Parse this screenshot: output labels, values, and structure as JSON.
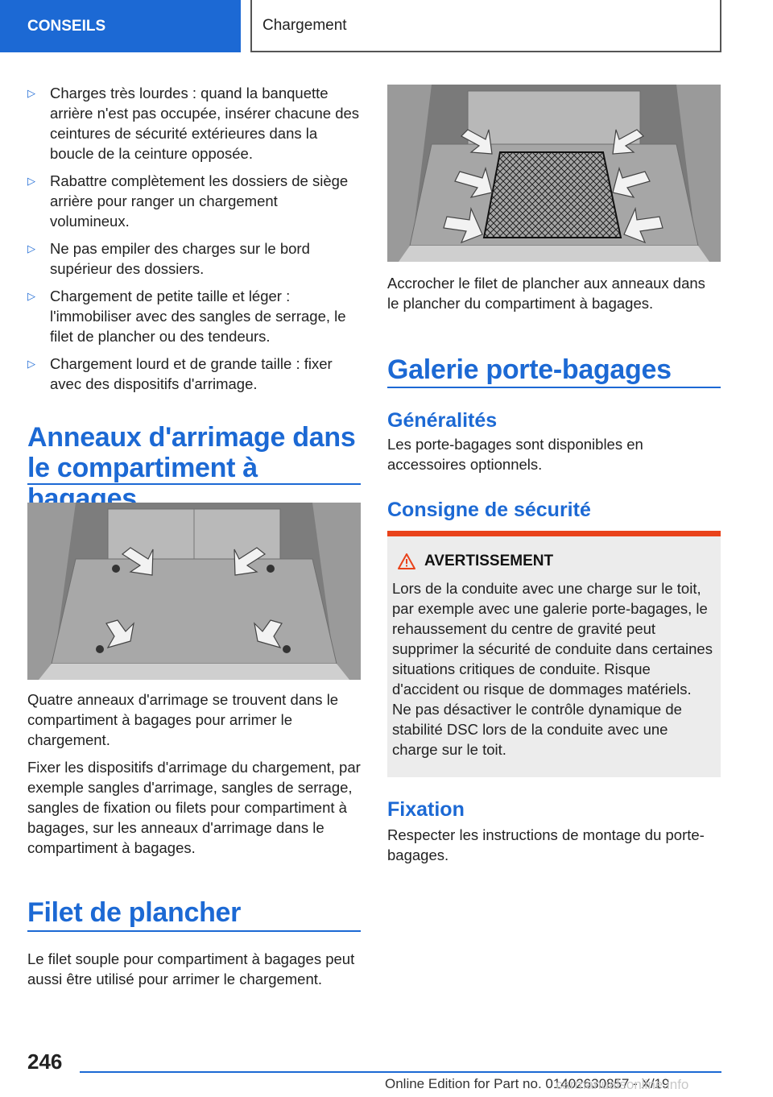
{
  "header": {
    "section": "CONSEILS",
    "chapter": "Chargement"
  },
  "left": {
    "bullets": [
      "Charges très lourdes : quand la banquette arrière n'est pas occupée, insérer chacune des ceintures de sécurité extérieures dans la boucle de la ceinture opposée.",
      "Rabattre complètement les dossiers de siège arrière pour ranger un chargement volumineux.",
      "Ne pas empiler des charges sur le bord supérieur des dossiers.",
      "Chargement de petite taille et léger : l'immobiliser avec des sangles de serrage, le filet de plancher ou des tendeurs.",
      "Chargement lourd et de grande taille : fixer avec des dispositifs d'arrimage."
    ],
    "section1_title_line1": "Anneaux d'arrimage dans",
    "section1_title_line2": "le compartiment à bagages",
    "section1_p1": "Quatre anneaux d'arrimage se trouvent dans le compartiment à bagages pour arrimer le chargement.",
    "section1_p2": "Fixer les dispositifs d'arrimage du chargement, par exemple sangles d'arrimage, sangles de serrage, sangles de fixation ou filets pour compartiment à bagages, sur les anneaux d'arrimage dans le compartiment à bagages.",
    "section2_title": "Filet de plancher",
    "section2_p1": "Le filet souple pour compartiment à bagages peut aussi être utilisé pour arrimer le chargement."
  },
  "right": {
    "caption": "Accrocher le filet de plancher aux anneaux dans le plancher du compartiment à bagages.",
    "section_title": "Galerie porte-bagages",
    "sub1_title": "Généralités",
    "sub1_p": "Les porte-bagages sont disponibles en accessoires optionnels.",
    "sub2_title": "Consigne de sécurité",
    "warning_title": "AVERTISSEMENT",
    "warning_text": "Lors de la conduite avec une charge sur le toit, par exemple avec une galerie porte-bagages, le rehaussement du centre de gravité peut supprimer la sécurité de conduite dans certaines situations critiques de conduite. Risque d'accident ou risque de dommages matériels. Ne pas désactiver le contrôle dynamique de stabilité DSC lors de la conduite avec une charge sur le toit.",
    "sub3_title": "Fixation",
    "sub3_p": "Respecter les instructions de montage du porte-bagages."
  },
  "footer": {
    "page_number": "246",
    "edition": "Online Edition for Part no. 01402630857 - X/19",
    "watermark": "carmanualsonline.info"
  },
  "colors": {
    "accent": "#1c69d4",
    "warning": "#e9421a"
  },
  "icons": [
    "bullet-triangle-icon",
    "warning-triangle-icon",
    "arrow-icon"
  ]
}
